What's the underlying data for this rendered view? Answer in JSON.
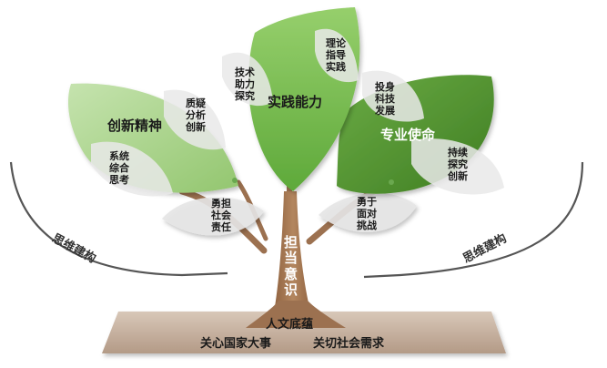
{
  "leaves": {
    "innovation": {
      "title": "创新精神",
      "sub_left": "系统\n综合\n思考",
      "sub_right": "质疑\n分析\n创新"
    },
    "practice": {
      "title": "实践能力",
      "sub_left": "技术\n助力\n探究",
      "sub_right": "理论\n指导\n实践"
    },
    "mission": {
      "title": "专业使命",
      "sub_top": "投身\n科技\n发展",
      "sub_right": "持续\n探究\n创新"
    }
  },
  "branches": {
    "left": "勇担\n社会\n责任",
    "right": "勇于\n面对\n挑战"
  },
  "trunk": "担\n当\n意\n识",
  "arcs": {
    "left": "思维建构",
    "right": "思维建构"
  },
  "base": {
    "title": "人文底蕴",
    "left": "关心国家大事",
    "right": "关切社会需求"
  },
  "colors": {
    "light_green": "#a9d18e",
    "mid_green": "#77b84e",
    "dark_green": "#4e8c2c",
    "trunk": "#a97b56",
    "base": "#c9b4a2"
  }
}
